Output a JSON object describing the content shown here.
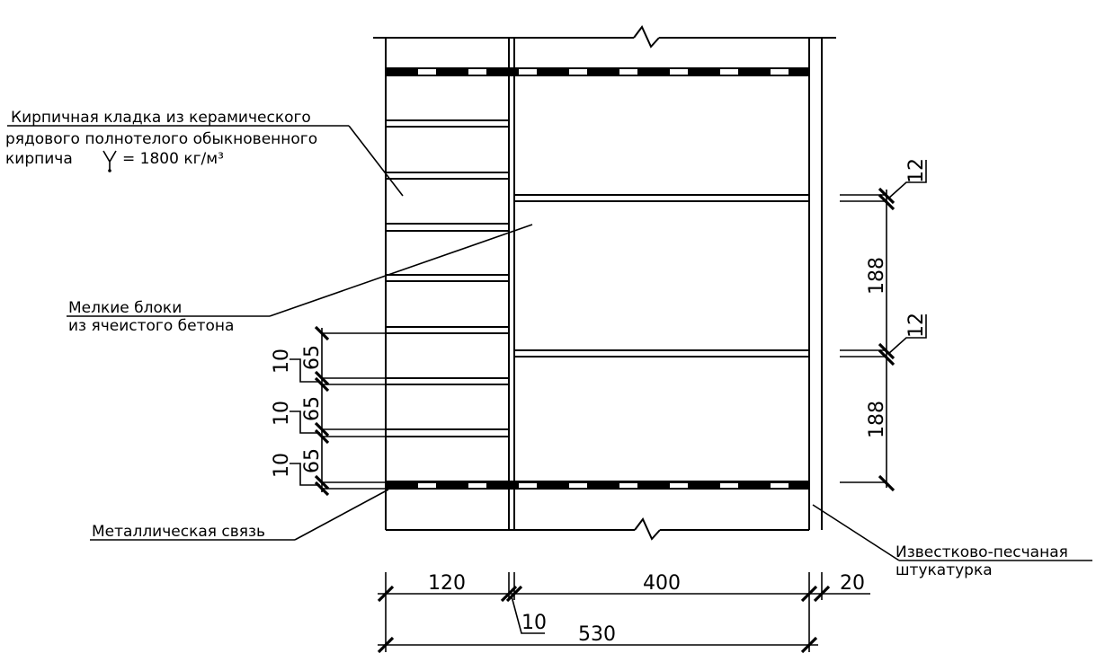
{
  "labels": {
    "brick": [
      "Кирпичная кладка из керамического",
      "рядового полнотелого обыкновенного",
      "кирпича",
      "= 1800 кг/м³"
    ],
    "blocks": [
      "Мелкие блоки",
      "из ячеистого бетона"
    ],
    "tie": "Металлическая связь",
    "plaster": [
      "Известково-песчаная",
      "штукатурка"
    ]
  },
  "dimensions": {
    "brick_row_height": "65",
    "mortar_joint": "10",
    "block_joint": "12",
    "block_height": "188",
    "brick_width": "120",
    "block_width": "400",
    "plaster_width": "20",
    "gap_width": "10",
    "total_width": "530"
  },
  "colors": {
    "line": "#000000",
    "background": "#ffffff"
  }
}
